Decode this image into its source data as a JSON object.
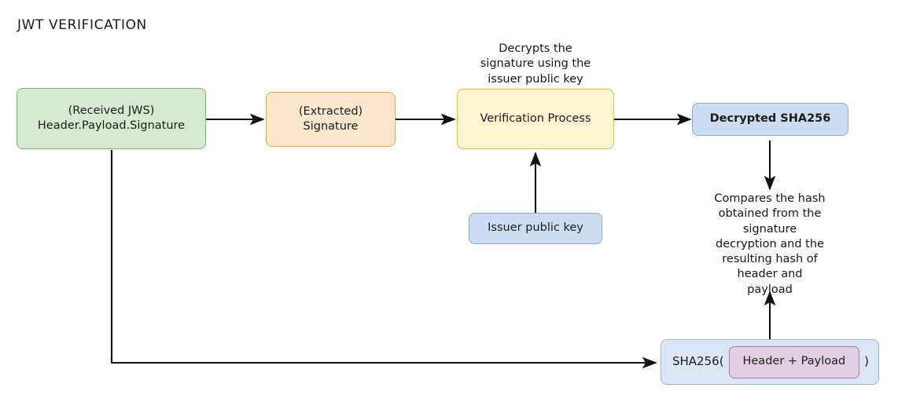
{
  "title": "JWT VERIFICATION",
  "colors": {
    "green_fill": "#d6ead1",
    "green_stroke": "#84b177",
    "orange_fill": "#fce6cd",
    "orange_stroke": "#e8a33d",
    "yellow_fill": "#fcf3cf",
    "yellow_stroke": "#e3bd3b",
    "blue_fill": "#ccddf2",
    "blue_stroke": "#8aa9cf",
    "bluelight_fill": "#dbe5f6",
    "bluelight_stroke": "#9db4d8",
    "purple_fill": "#e3cfe3",
    "purple_stroke": "#a97ba9",
    "edge": "#111111",
    "text": "#1d1d1d",
    "background": "#ffffff"
  },
  "nodes": {
    "received_jws": {
      "label": "(Received JWS)\nHeader.Payload.Signature",
      "shape": "rounded-rectangle",
      "color": "green"
    },
    "extracted_signature": {
      "label": "(Extracted)\nSignature",
      "shape": "rounded-rectangle",
      "color": "orange"
    },
    "verification_process": {
      "label": "Verification Process",
      "shape": "rounded-rectangle",
      "color": "yellow"
    },
    "decrypted_sha256": {
      "label": "Decrypted SHA256",
      "shape": "rounded-rectangle",
      "color": "blue"
    },
    "issuer_public_key": {
      "label": "Issuer public key",
      "shape": "rounded-rectangle",
      "color": "blue"
    },
    "sha256_compose": {
      "prefix": "SHA256(",
      "inner_label": "Header + Payload",
      "suffix": ")",
      "shape": "rounded-rectangle",
      "color": "bluelight",
      "inner_color": "purple"
    }
  },
  "annotations": {
    "decrypts_note": "Decrypts the\nsignature using the\nissuer public key",
    "compares_note": "Compares the hash\nobtained from the\nsignature\ndecryption and the\nresulting hash of\nheader and\npayload"
  },
  "edges": [
    {
      "name": "jws-to-signature",
      "from": "received_jws",
      "to": "extracted_signature",
      "direction": "right"
    },
    {
      "name": "signature-to-verification",
      "from": "extracted_signature",
      "to": "verification_process",
      "direction": "right"
    },
    {
      "name": "verification-to-decrypted",
      "from": "verification_process",
      "to": "decrypted_sha256",
      "direction": "right"
    },
    {
      "name": "issuerkey-to-verification",
      "from": "issuer_public_key",
      "to": "verification_process",
      "direction": "up"
    },
    {
      "name": "decrypted-to-compare",
      "from": "decrypted_sha256",
      "to": "compares_note",
      "direction": "down"
    },
    {
      "name": "sha256-to-compare",
      "from": "sha256_compose",
      "to": "compares_note",
      "direction": "up"
    },
    {
      "name": "jws-to-sha256",
      "from": "received_jws",
      "to": "sha256_compose",
      "direction": "down-right"
    }
  ]
}
